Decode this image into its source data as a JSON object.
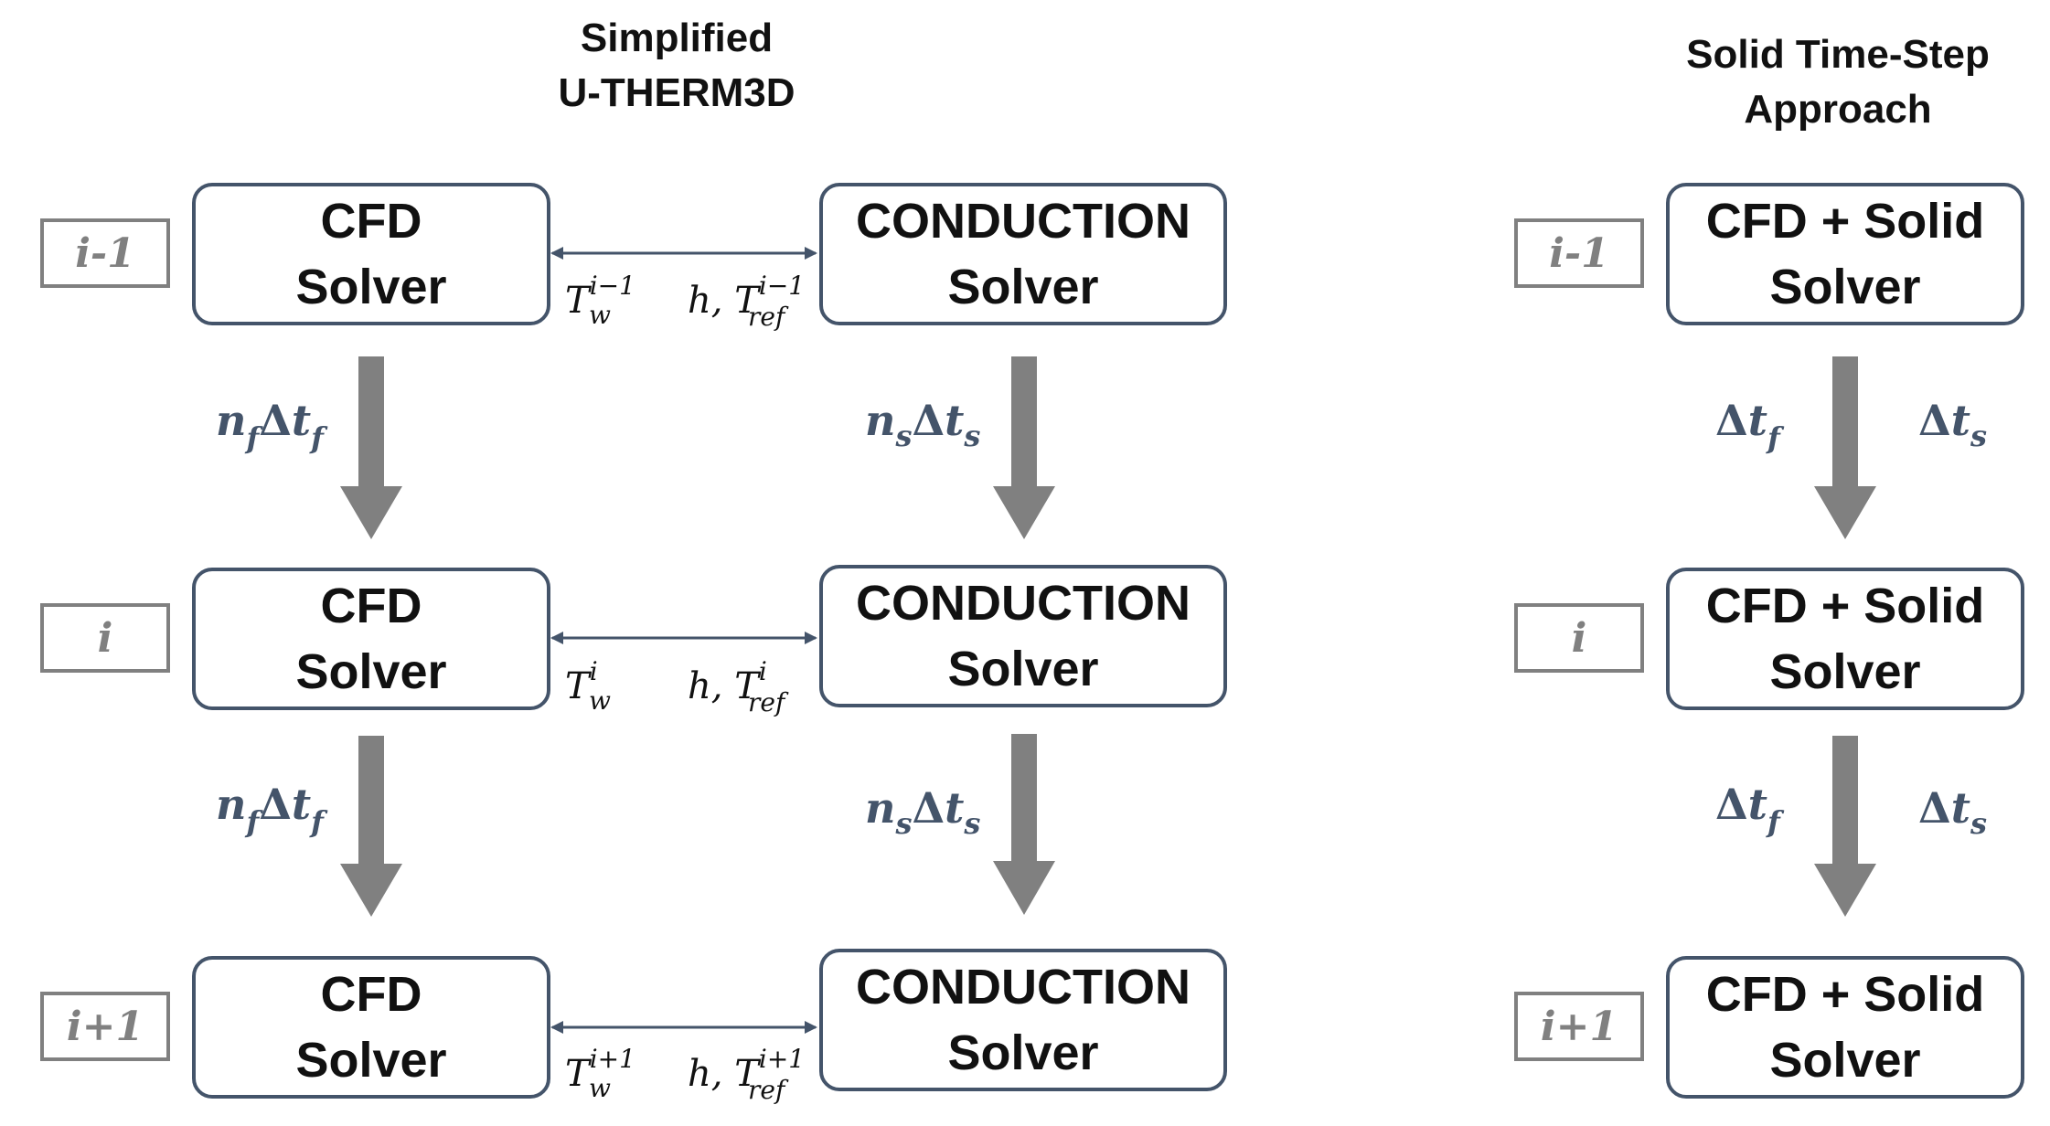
{
  "titles": {
    "left_line1": "Simplified",
    "left_line2": "U-THERM3D",
    "right_line1": "Solid Time-Step",
    "right_line2": "Approach"
  },
  "step_labels": [
    "i-1",
    "i",
    "i+1"
  ],
  "cfd_box": {
    "line1": "CFD",
    "line2": "Solver"
  },
  "conduction_box": {
    "line1": "CONDUCTION",
    "line2": "Solver"
  },
  "combined_box": {
    "line1": "CFD + Solid",
    "line2": "Solver"
  },
  "cfd_step": {
    "n": "n",
    "n_sub": "f",
    "delta": "Δ",
    "t": "t",
    "t_sub": "f"
  },
  "conduction_step": {
    "n": "n",
    "n_sub": "s",
    "delta": "Δ",
    "t": "t",
    "t_sub": "s"
  },
  "solid_fluid_step": {
    "delta": "Δ",
    "t": "t",
    "t_sub": "f"
  },
  "solid_solid_step": {
    "delta": "Δ",
    "t": "t",
    "t_sub": "s"
  },
  "exchange": {
    "wall_symbol": "T",
    "wall_sub": "w",
    "ref_prefix": "h, T",
    "ref_sub": "ref",
    "superscripts": [
      "i−1",
      "i",
      "i+1"
    ]
  },
  "colors": {
    "box_border": "#44546a",
    "step_border": "#808080",
    "arrow_fill": "#808080",
    "label_color": "#44546a",
    "text_color": "#111111"
  }
}
